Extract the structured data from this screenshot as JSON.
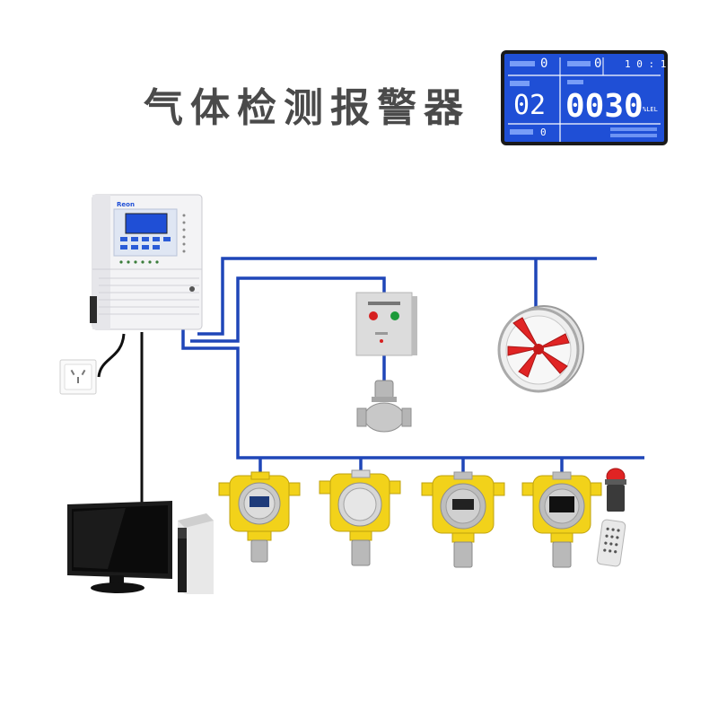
{
  "title": "气体检测报警器",
  "lcd": {
    "top_left_value": "0",
    "top_mid_value": "0",
    "top_right_value": "1 0 : 1",
    "channel_value": "02",
    "reading_value": "0030",
    "reading_unit": "%LEL",
    "bottom_left_value": "0"
  },
  "controller": {
    "brand": "Reon"
  },
  "colors": {
    "wire": "#1f46b8",
    "lcd_bg": "#1f4fd6",
    "detector_yellow": "#f2d21a",
    "fan_blade": "#e02424",
    "title_text": "#4a4a4a"
  },
  "icons": [
    "wall-socket-icon",
    "computer-monitor-icon",
    "pc-tower-icon",
    "solenoid-valve-icon",
    "control-box-icon",
    "exhaust-fan-icon",
    "strobe-alarm-icon",
    "remote-control-icon"
  ]
}
